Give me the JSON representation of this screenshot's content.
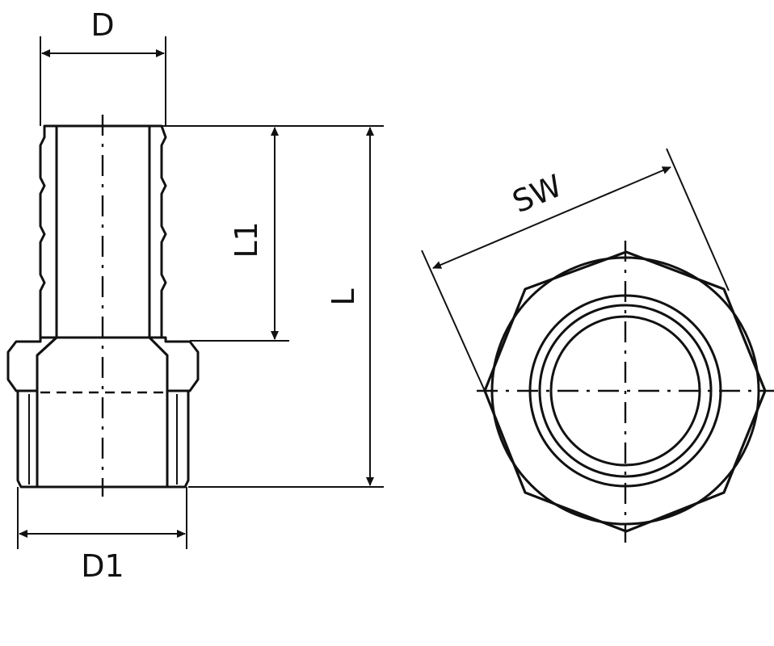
{
  "labels": {
    "d": "D",
    "l1": "L1",
    "l": "L",
    "d1": "D1",
    "sw": "SW"
  },
  "colors": {
    "line": "#111111",
    "fill": "#c9cdd2",
    "background": "#ffffff"
  }
}
